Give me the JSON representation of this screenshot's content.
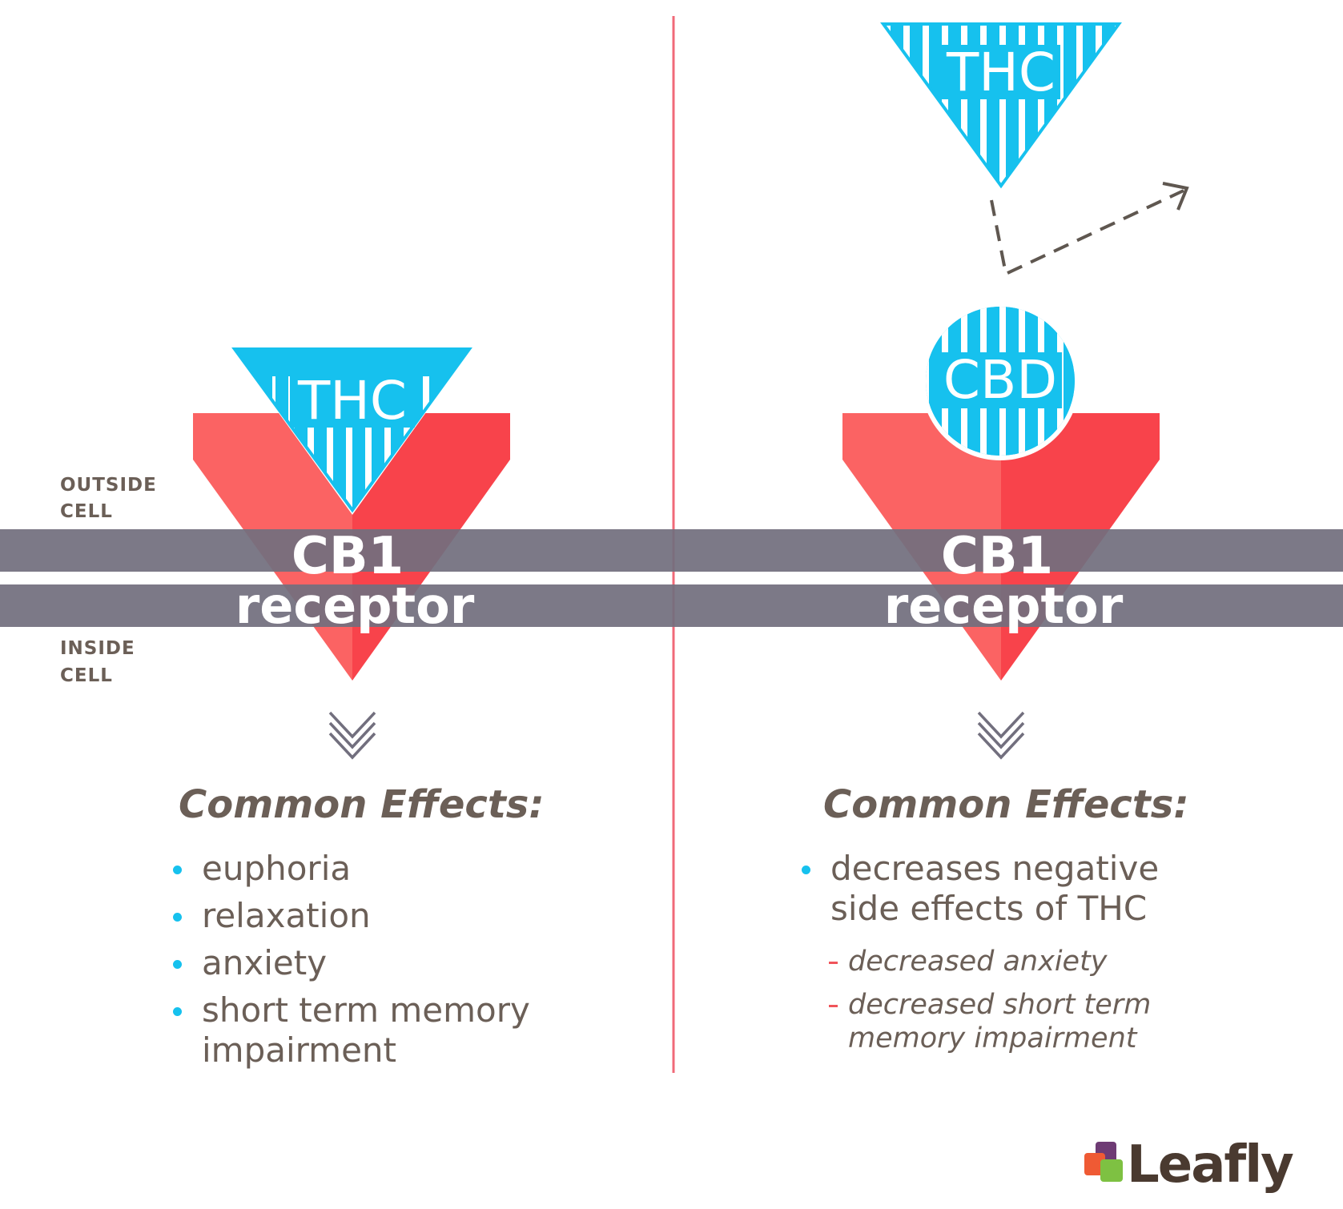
{
  "labels": {
    "outside_line1": "OUTSIDE",
    "outside_line2": "CELL",
    "inside_line1": "INSIDE",
    "inside_line2": "CELL"
  },
  "left_panel": {
    "molecule_label": "THC",
    "receptor_line1": "CB1",
    "receptor_line2": "receptor",
    "effects_heading": "Common Effects:",
    "effects": [
      "euphoria",
      "relaxation",
      "anxiety",
      "short term memory impairment"
    ]
  },
  "right_panel": {
    "molecule_top_label": "THC",
    "blocker_label": "CBD",
    "receptor_line1": "CB1",
    "receptor_line2": "receptor",
    "effects_heading": "Common Effects:",
    "effects": [
      "decreases negative side effects of THC"
    ],
    "sub_effects": [
      "decreased anxiety",
      "decreased short term memory impairment"
    ]
  },
  "brand": {
    "name": "Leafly"
  },
  "colors": {
    "thc_blue": "#16c1ee",
    "receptor_red_light": "#fb6363",
    "receptor_red_dark": "#f8434b",
    "membrane": "#726f7e",
    "divider": "#f06a78",
    "text": "#6b5f57",
    "bullet": "#16c1ee",
    "dash": "#f0545a"
  }
}
